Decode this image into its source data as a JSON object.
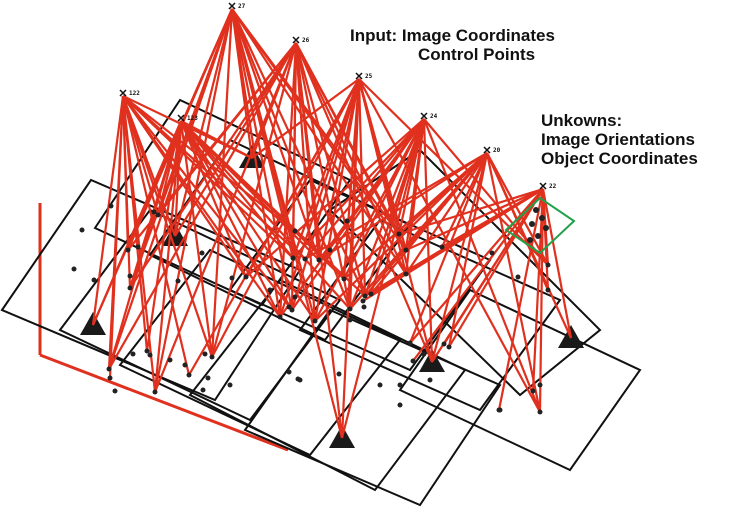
{
  "annotations": {
    "input_line1": "Input: Image Coordinates",
    "input_line2": "Control Points",
    "unknowns_line1": "Unkowns:",
    "unknowns_line2": "Image Orientations",
    "unknowns_line3": "Object Coordinates"
  },
  "camera_stations": [
    {
      "id": "27"
    },
    {
      "id": "26"
    },
    {
      "id": "25"
    },
    {
      "id": "24"
    },
    {
      "id": "20"
    },
    {
      "id": "122"
    },
    {
      "id": "123"
    },
    {
      "id": "22"
    }
  ],
  "colors": {
    "rays": "#e0301e",
    "frames": "#111111",
    "control_points": "#1a1a1a",
    "highlight_frame": "#22a04a",
    "axes": "#e0301e"
  }
}
